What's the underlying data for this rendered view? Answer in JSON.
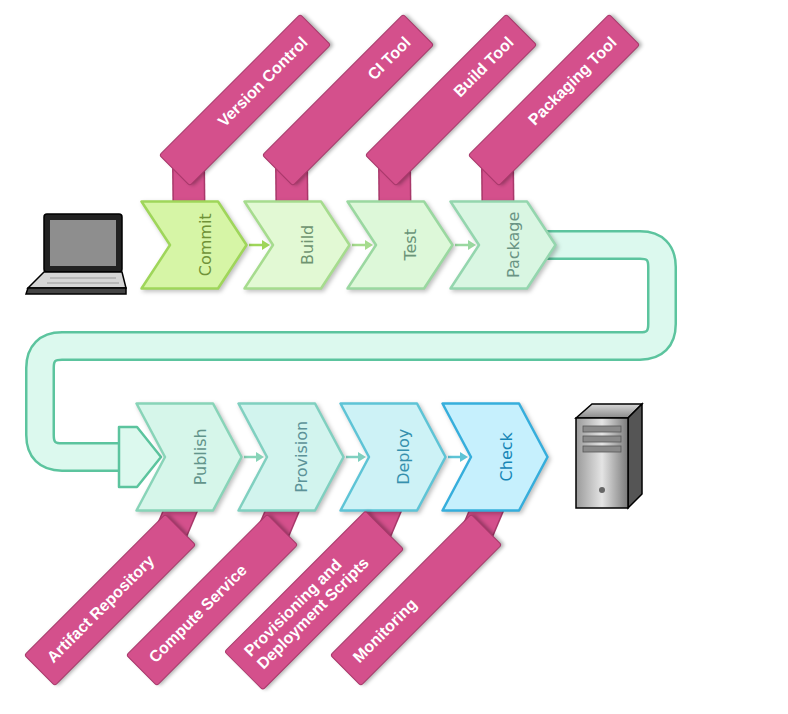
{
  "diagram": {
    "nodes": [
      {
        "text": [
          "Version Control"
        ]
      },
      {
        "text": [
          "CI Tool"
        ]
      },
      {
        "text": [
          "Build Tool"
        ]
      },
      {
        "text": [
          "Packaging Tool"
        ]
      },
      {
        "text": [
          "Commit"
        ]
      },
      {
        "text": [
          "Build"
        ]
      },
      {
        "text": [
          "Test"
        ]
      },
      {
        "text": [
          "Package"
        ]
      },
      {
        "text": [
          "Publish"
        ]
      },
      {
        "text": [
          "Provision"
        ]
      },
      {
        "text": [
          "Deploy"
        ]
      },
      {
        "text": [
          "Check"
        ]
      },
      {
        "text": [
          "Artifact Repository"
        ]
      },
      {
        "text": [
          "Compute Service"
        ]
      },
      {
        "text": [
          "Provisioning and Deployment Scripts"
        ]
      },
      {
        "text": [
          "Monitoring"
        ]
      }
    ],
    "edges": [
      {
        "from": 4,
        "to": 5,
        "arrow": "to"
      },
      {
        "from": 5,
        "to": 6,
        "arrow": "to"
      },
      {
        "from": 6,
        "to": 7,
        "arrow": "to"
      },
      {
        "from": 7,
        "to": 8,
        "arrow": "to"
      },
      {
        "from": 8,
        "to": 9,
        "arrow": "to"
      },
      {
        "from": 9,
        "to": 10,
        "arrow": "to"
      },
      {
        "from": 10,
        "to": 11,
        "arrow": "to"
      },
      {
        "from": 0,
        "to": 4,
        "arrow": "none"
      },
      {
        "from": 1,
        "to": 5,
        "arrow": "none"
      },
      {
        "from": 2,
        "to": 6,
        "arrow": "none"
      },
      {
        "from": 3,
        "to": 7,
        "arrow": "none"
      },
      {
        "from": 12,
        "to": 8,
        "arrow": "none"
      },
      {
        "from": 13,
        "to": 9,
        "arrow": "none"
      },
      {
        "from": 14,
        "to": 10,
        "arrow": "none"
      },
      {
        "from": 15,
        "to": 11,
        "arrow": "none"
      }
    ]
  }
}
